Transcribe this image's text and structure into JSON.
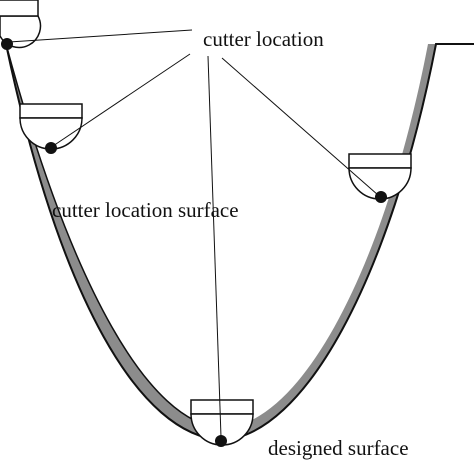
{
  "labels": {
    "cutter_location": "cutter location",
    "cutter_location_surface": "cutter location surface",
    "designed_surface": "designed surface"
  },
  "colors": {
    "offset_band": "#8c8c8c",
    "line": "#111111",
    "background": "#ffffff"
  }
}
